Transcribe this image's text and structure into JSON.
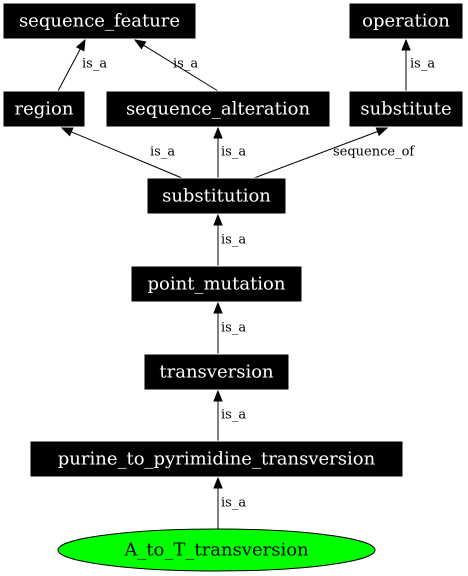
{
  "diagram": {
    "nodes": [
      {
        "id": "sequence_feature",
        "label": "sequence_feature",
        "shape": "box"
      },
      {
        "id": "operation",
        "label": "operation",
        "shape": "box"
      },
      {
        "id": "region",
        "label": "region",
        "shape": "box"
      },
      {
        "id": "sequence_alteration",
        "label": "sequence_alteration",
        "shape": "box"
      },
      {
        "id": "substitute",
        "label": "substitute",
        "shape": "box"
      },
      {
        "id": "substitution",
        "label": "substitution",
        "shape": "box"
      },
      {
        "id": "point_mutation",
        "label": "point_mutation",
        "shape": "box"
      },
      {
        "id": "transversion",
        "label": "transversion",
        "shape": "box"
      },
      {
        "id": "purine_to_pyrimidine_transversion",
        "label": "purine_to_pyrimidine_transversion",
        "shape": "box"
      },
      {
        "id": "A_to_T_transversion",
        "label": "A_to_T_transversion",
        "shape": "ellipse",
        "fill": "#00ff00"
      }
    ],
    "edges": [
      {
        "from": "region",
        "to": "sequence_feature",
        "label": "is_a"
      },
      {
        "from": "sequence_alteration",
        "to": "sequence_feature",
        "label": "is_a"
      },
      {
        "from": "substitute",
        "to": "operation",
        "label": "is_a"
      },
      {
        "from": "substitution",
        "to": "region",
        "label": "is_a"
      },
      {
        "from": "substitution",
        "to": "sequence_alteration",
        "label": "is_a"
      },
      {
        "from": "substitution",
        "to": "substitute",
        "label": "sequence_of"
      },
      {
        "from": "point_mutation",
        "to": "substitution",
        "label": "is_a"
      },
      {
        "from": "transversion",
        "to": "point_mutation",
        "label": "is_a"
      },
      {
        "from": "purine_to_pyrimidine_transversion",
        "to": "transversion",
        "label": "is_a"
      },
      {
        "from": "A_to_T_transversion",
        "to": "purine_to_pyrimidine_transversion",
        "label": "is_a"
      }
    ]
  }
}
